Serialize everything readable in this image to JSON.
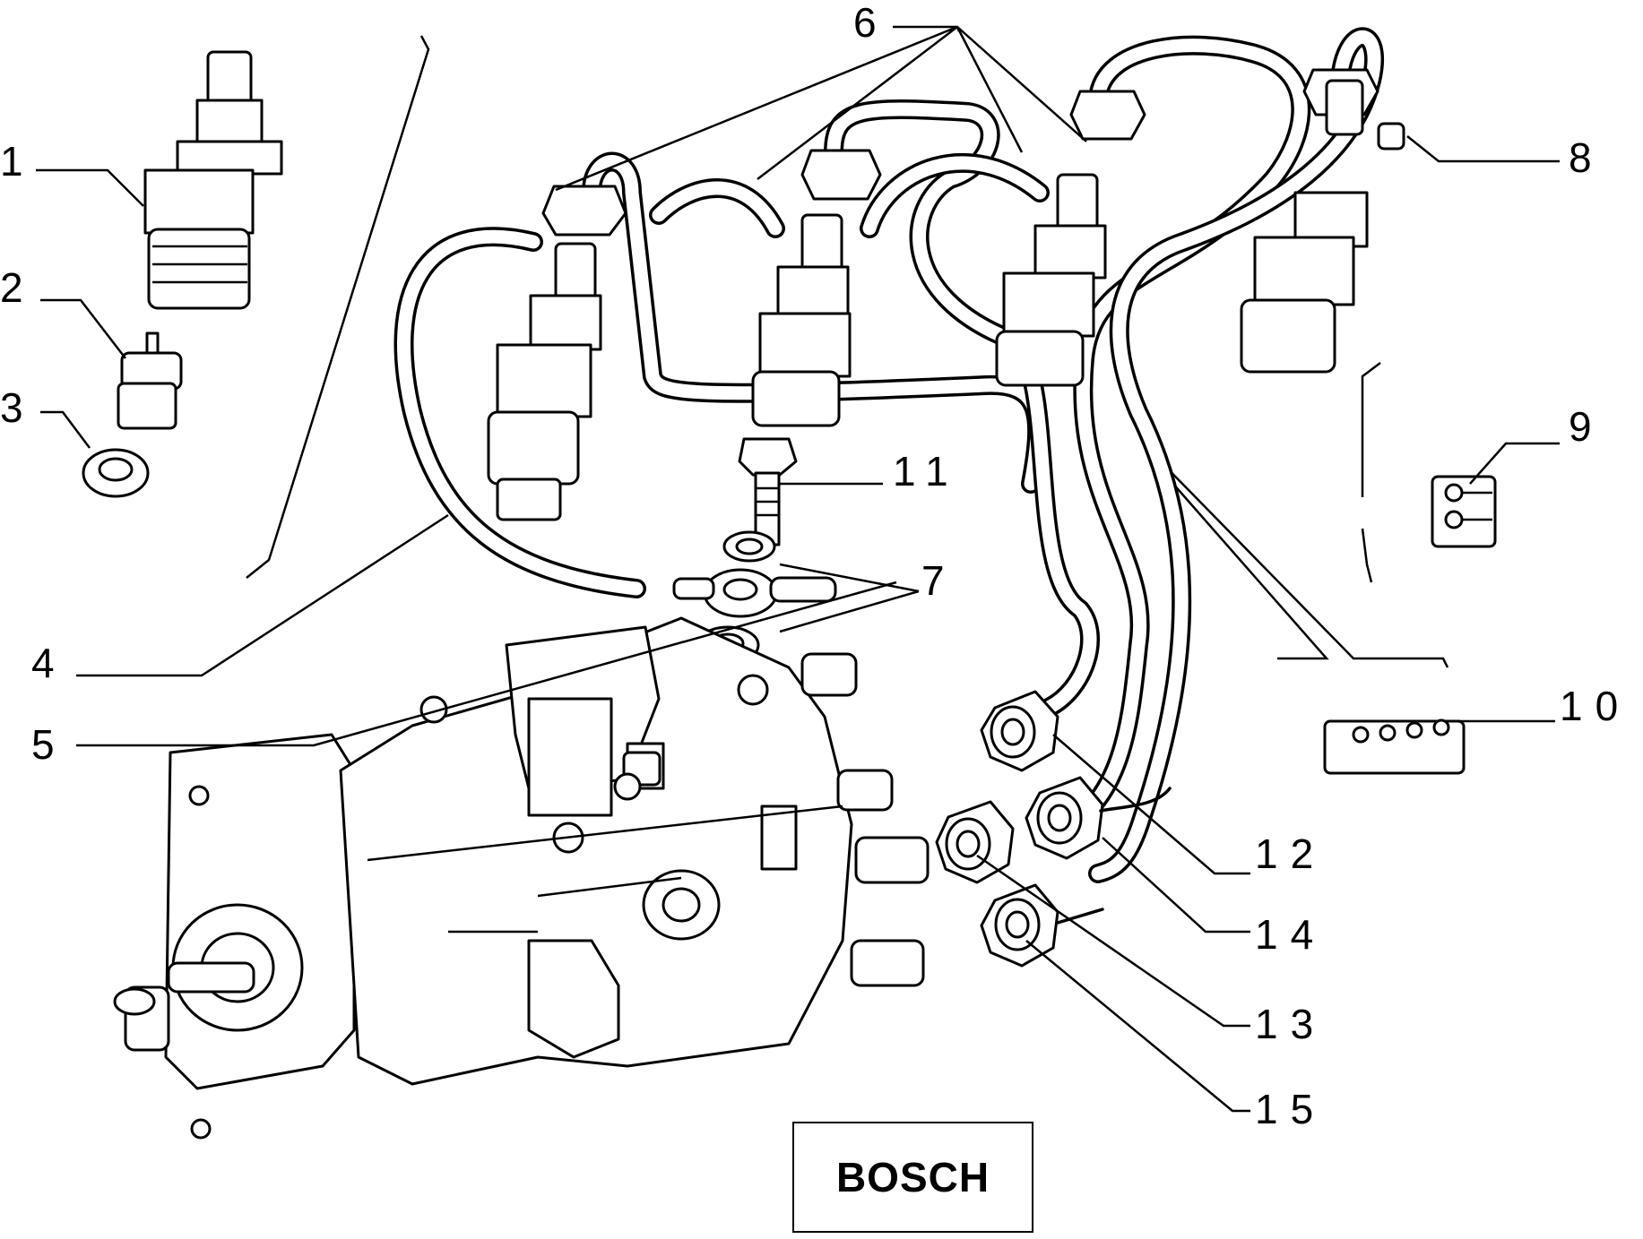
{
  "callouts": [
    {
      "id": "1",
      "label": "1"
    },
    {
      "id": "2",
      "label": "2"
    },
    {
      "id": "3",
      "label": "3"
    },
    {
      "id": "4",
      "label": "4"
    },
    {
      "id": "5",
      "label": "5"
    },
    {
      "id": "6",
      "label": "6"
    },
    {
      "id": "7",
      "label": "7"
    },
    {
      "id": "8",
      "label": "8"
    },
    {
      "id": "9",
      "label": "9"
    },
    {
      "id": "10",
      "label": "10"
    },
    {
      "id": "11",
      "label": "11"
    },
    {
      "id": "12",
      "label": "12"
    },
    {
      "id": "13",
      "label": "13"
    },
    {
      "id": "14",
      "label": "14"
    },
    {
      "id": "15",
      "label": "15"
    }
  ],
  "brand": {
    "label": "BOSCH"
  }
}
